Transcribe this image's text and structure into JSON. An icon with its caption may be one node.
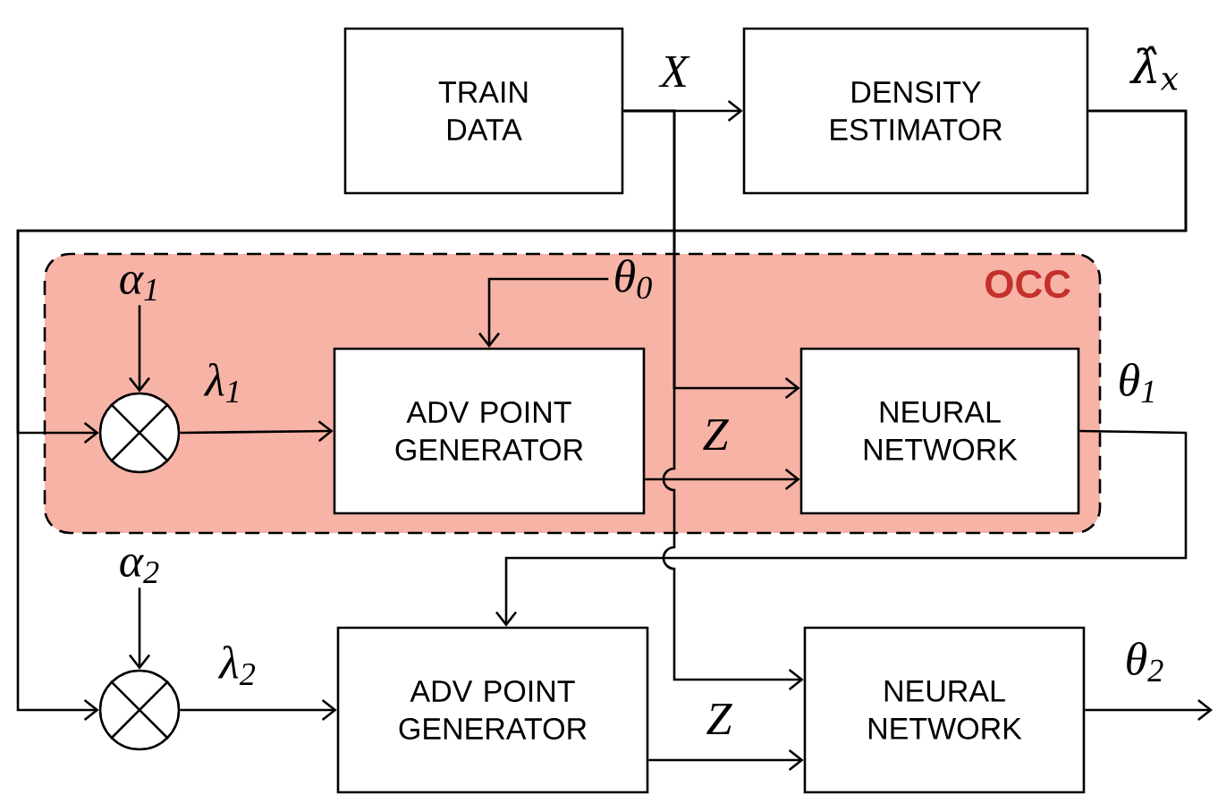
{
  "diagram": {
    "nodes": [
      {
        "text": [
          "OCC"
        ]
      },
      {
        "text": [
          "TRAIN DATA"
        ]
      },
      {
        "text": [
          "DENSITY ESTIMATOR"
        ]
      },
      {
        "text": [
          "α$_{1}$"
        ],
        "in": 0
      },
      {
        "text": [
          "θ$_{0}$"
        ],
        "in": 0
      },
      {
        "text": [],
        "shape": "circle",
        "in": 0
      },
      {
        "text": [
          "ADV POINT GENERATOR"
        ],
        "in": 0
      },
      {
        "text": [
          "NEURAL NETWORK"
        ],
        "in": 0
      },
      {
        "text": [
          "α$_{2}$"
        ]
      },
      {
        "text": [],
        "shape": "circle"
      },
      {
        "text": [
          "ADV POINT GENERATOR"
        ]
      },
      {
        "text": [
          "NEURAL NETWORK"
        ]
      }
    ],
    "edges": [
      {
        "from": 1,
        "to": 2,
        "arrow": "to",
        "label": "X"
      },
      {
        "from": 1,
        "to": 7,
        "arrow": "to"
      },
      {
        "from": 1,
        "to": 11,
        "arrow": "to"
      },
      {
        "from": 2,
        "to": 5,
        "arrow": "to",
        "label": "λ̂$_{x}$"
      },
      {
        "from": 2,
        "to": 9,
        "arrow": "to"
      },
      {
        "from": 3,
        "to": 5,
        "arrow": "to"
      },
      {
        "from": 4,
        "to": 6,
        "arrow": "to"
      },
      {
        "from": 5,
        "to": 6,
        "arrow": "to",
        "label": "λ$_{1}$"
      },
      {
        "from": 6,
        "to": 7,
        "arrow": "to",
        "label": "Z"
      },
      {
        "from": 7,
        "to": 10,
        "arrow": "to",
        "label": "θ$_{1}$"
      },
      {
        "from": 8,
        "to": 9,
        "arrow": "to"
      },
      {
        "from": 9,
        "to": 10,
        "arrow": "to",
        "label": "λ$_{2}$"
      },
      {
        "from": 10,
        "to": 11,
        "arrow": "to",
        "label": "Z"
      },
      {
        "from": 11,
        "to": null,
        "arrow": "to",
        "label": "θ$_{2}$"
      }
    ]
  }
}
